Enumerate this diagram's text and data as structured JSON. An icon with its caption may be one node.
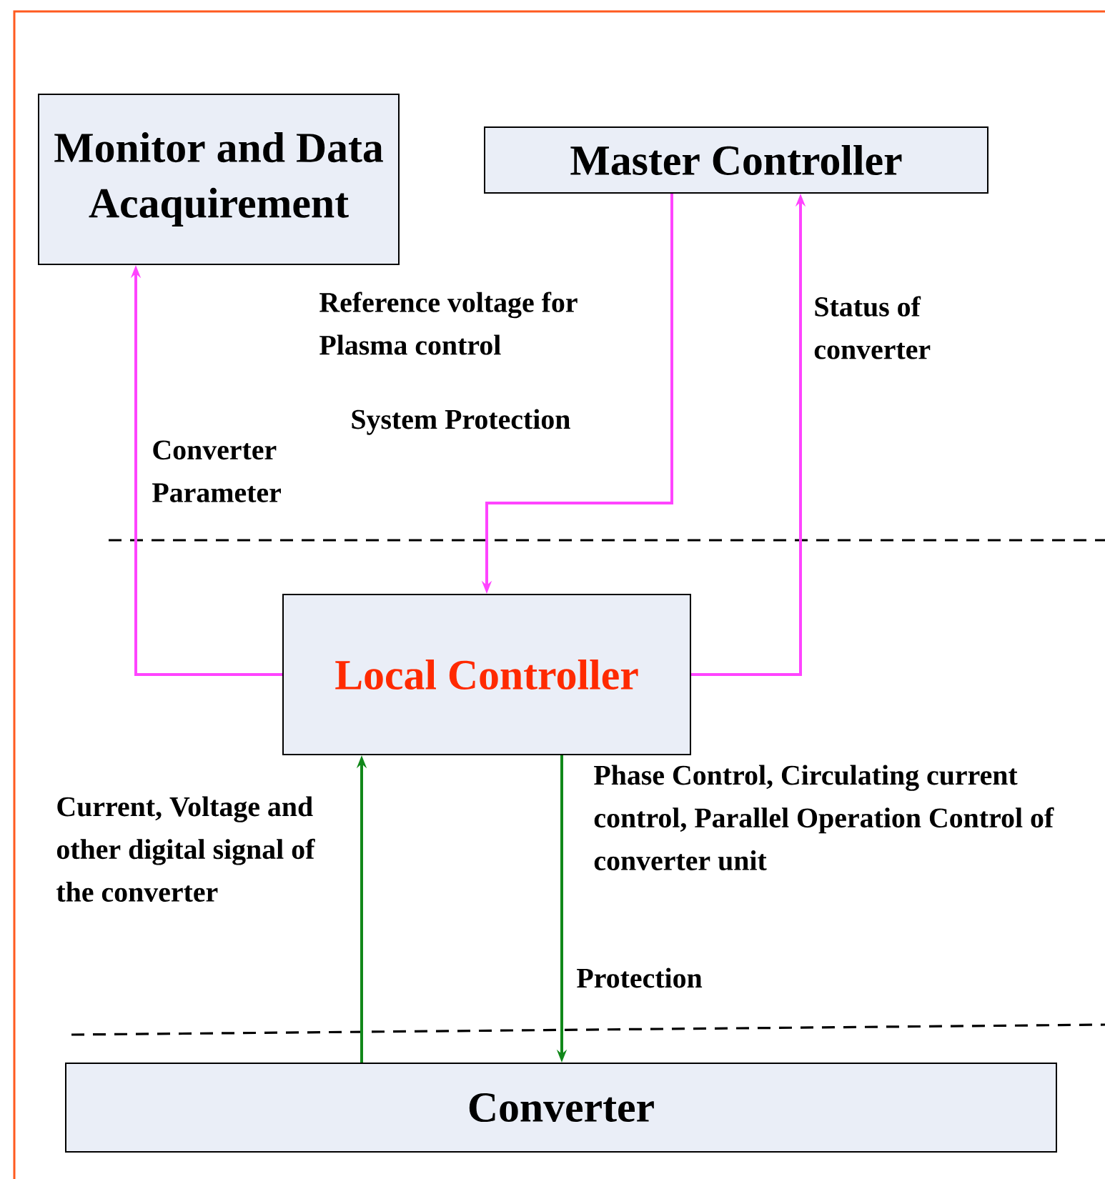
{
  "diagram": {
    "nodes": [
      {
        "text": [
          "Monitor and Data Acaquirement"
        ]
      },
      {
        "text": [
          "Master Controller"
        ]
      },
      {
        "text": [
          "Local Controller"
        ]
      },
      {
        "text": [
          "Converter"
        ]
      }
    ],
    "edges": [
      {
        "from": 2,
        "to": 0,
        "arrow": "to",
        "label": "Converter Parameter",
        "color": "#ff44ff"
      },
      {
        "from": 1,
        "to": 2,
        "arrow": "to",
        "label": "Reference voltage for Plasma control",
        "color": "#ff44ff"
      },
      {
        "from": 2,
        "to": 1,
        "arrow": "to",
        "label": "Status of converter",
        "color": "#ff44ff"
      },
      {
        "from": 3,
        "to": 2,
        "arrow": "to",
        "label": "Current, Voltage and other digital signal of the converter",
        "color": "#11881a"
      },
      {
        "from": 2,
        "to": 3,
        "arrow": "to",
        "label": "Phase Control, Circulating current control, Parallel Operation Control of converter unit",
        "color": "#11881a"
      }
    ],
    "labels": [
      "System Protection",
      "Protection"
    ]
  }
}
